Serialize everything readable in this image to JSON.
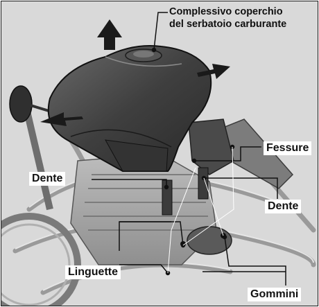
{
  "labels": {
    "cover_line1": "Complessivo coperchio",
    "cover_line2": "del serbatoio carburante",
    "slots": "Fessure",
    "tooth_left": "Dente",
    "tooth_right": "Dente",
    "tabs": "Linguette",
    "grommets": "Gommini"
  }
}
